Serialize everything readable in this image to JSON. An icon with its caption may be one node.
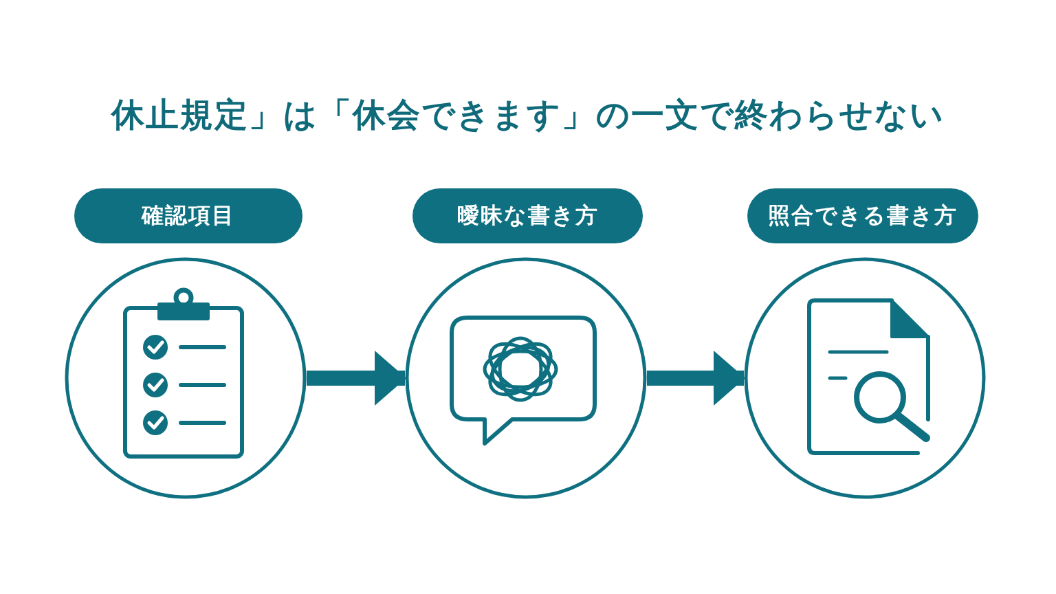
{
  "diagram": {
    "title": "休止規定」は「休会できます」の一文で終わらせない",
    "nodes": [
      {
        "text": [
          "確認項目"
        ]
      },
      {
        "text": [],
        "shape": "circle"
      },
      {
        "text": [
          "曖昧な書き方"
        ]
      },
      {
        "text": [],
        "shape": "circle"
      },
      {
        "text": [
          "照合できる書き方"
        ]
      },
      {
        "text": [],
        "shape": "circle"
      }
    ],
    "edges": [
      {
        "from": 1,
        "to": 3,
        "arrow": "to"
      },
      {
        "from": 3,
        "to": 5,
        "arrow": "to"
      }
    ]
  }
}
